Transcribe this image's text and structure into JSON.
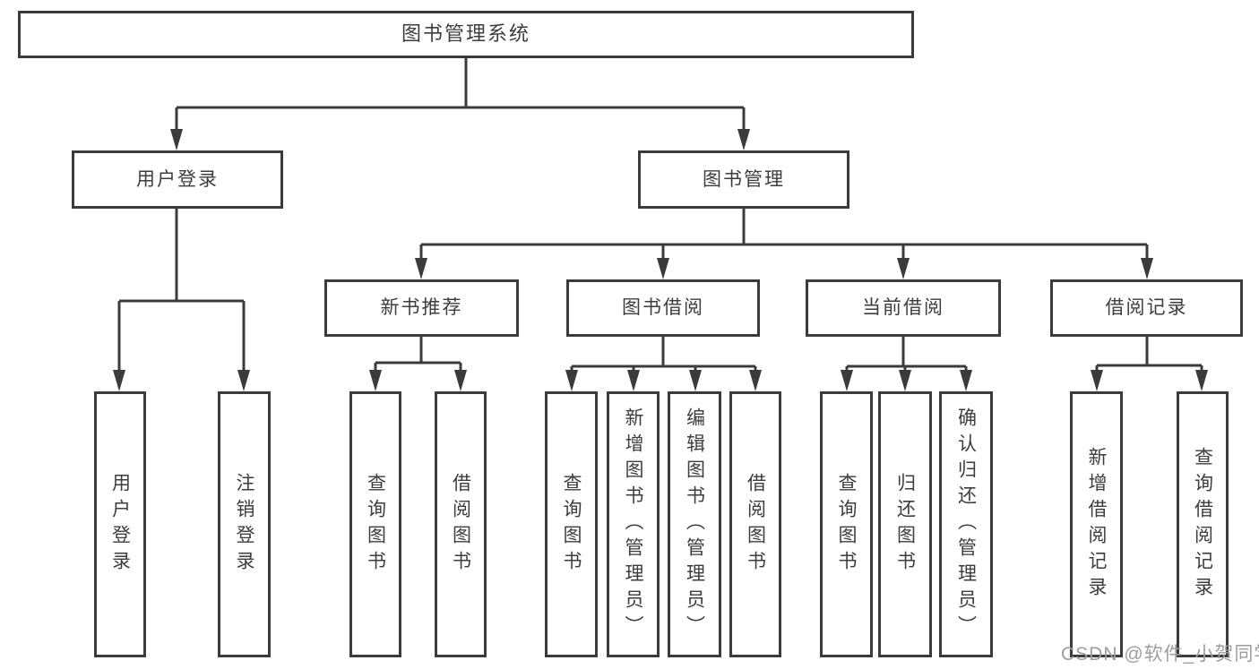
{
  "colors": {
    "background": "#ffffff",
    "line": "#3b3b3b",
    "box_border": "#3b3b3b",
    "text": "#3d3d3d",
    "watermark": "#9e9e9e"
  },
  "tree": {
    "root": "图书管理系统",
    "login": {
      "label": "用户登录",
      "children": [
        {
          "label": "用户登录"
        },
        {
          "label": "注销登录"
        }
      ]
    },
    "mgmt": {
      "label": "图书管理",
      "groups": [
        {
          "label": "新书推荐",
          "children": [
            {
              "label": "查询图书"
            },
            {
              "label": "借阅图书"
            }
          ]
        },
        {
          "label": "图书借阅",
          "children": [
            {
              "label": "查询图书"
            },
            {
              "label": "新增图书（管理员）"
            },
            {
              "label": "编辑图书（管理员）"
            },
            {
              "label": "借阅图书"
            }
          ]
        },
        {
          "label": "当前借阅",
          "children": [
            {
              "label": "查询图书"
            },
            {
              "label": "归还图书"
            },
            {
              "label": "确认归还（管理员）"
            }
          ]
        },
        {
          "label": "借阅记录",
          "children": [
            {
              "label": "新增借阅记录"
            },
            {
              "label": "查询借阅记录"
            }
          ]
        }
      ]
    }
  },
  "watermark": {
    "text": "CSDN @软件_小贺同学"
  }
}
